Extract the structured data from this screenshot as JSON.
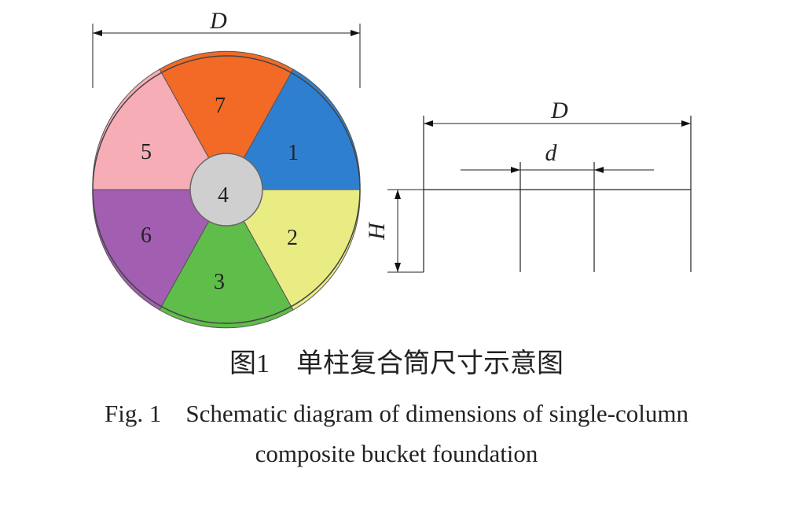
{
  "diagram": {
    "segments": [
      {
        "label": "7",
        "color": "#f26a25"
      },
      {
        "label": "1",
        "color": "#2f7fd0"
      },
      {
        "label": "2",
        "color": "#e8ec82"
      },
      {
        "label": "3",
        "color": "#5fbd4a"
      },
      {
        "label": "6",
        "color": "#a25eb0"
      },
      {
        "label": "5",
        "color": "#f7adb6"
      }
    ],
    "center": {
      "label": "4",
      "color": "#cfcfcf"
    },
    "dimension_labels": {
      "plan_D": "D",
      "elev_D": "D",
      "elev_d": "d",
      "elev_H": "H"
    }
  },
  "caption": {
    "zh": "图1　单柱复合筒尺寸示意图",
    "en_line1": "Fig. 1　Schematic diagram of dimensions of single-column",
    "en_line2": "composite bucket foundation"
  }
}
